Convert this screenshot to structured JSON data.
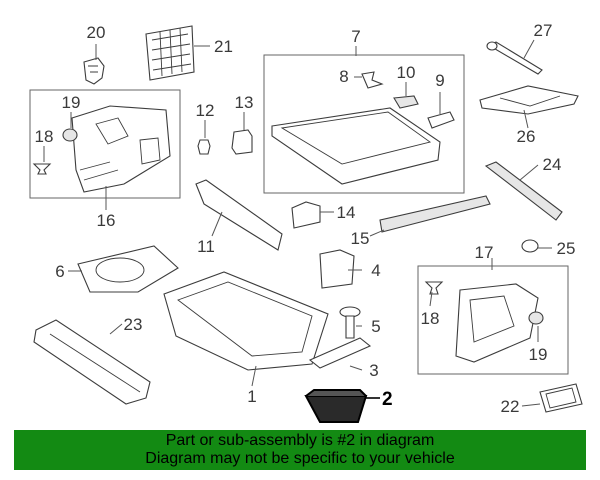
{
  "callouts": {
    "c1": "1",
    "c2": "2",
    "c3": "3",
    "c4": "4",
    "c5": "5",
    "c6": "6",
    "c7": "7",
    "c8": "8",
    "c9": "9",
    "c10": "10",
    "c11": "11",
    "c12": "12",
    "c13": "13",
    "c14": "14",
    "c15": "15",
    "c16": "16",
    "c17": "17",
    "c18a": "18",
    "c18b": "18",
    "c19a": "19",
    "c19b": "19",
    "c20": "20",
    "c21": "21",
    "c22": "22",
    "c23": "23",
    "c24": "24",
    "c25": "25",
    "c26": "26",
    "c27": "27"
  },
  "banner": {
    "line1": "Part or sub-assembly is #2 in diagram",
    "line2": "Diagram may not be specific to your vehicle"
  },
  "colors": {
    "banner_bg": "#138a13",
    "highlight_part": "#000000"
  }
}
